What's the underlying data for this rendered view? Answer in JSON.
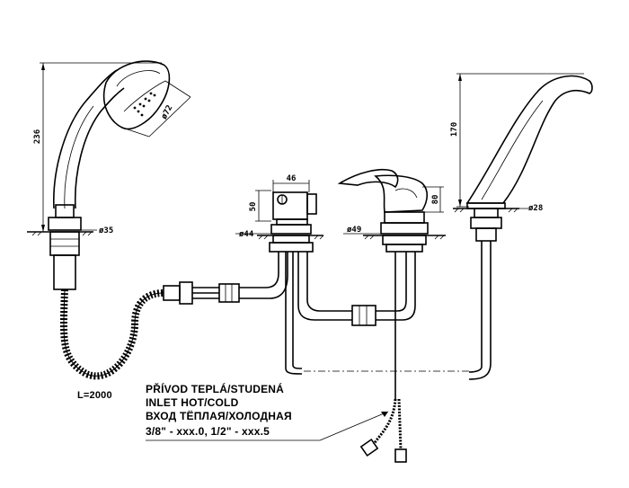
{
  "drawing": {
    "dimensions": {
      "handshower_height": "236",
      "handshower_head_diameter": "ø72",
      "handshower_base_diameter": "ø35",
      "valve_width": "46",
      "valve_height": "50",
      "valve_base_diameter": "ø44",
      "mixer_height": "80",
      "mixer_base_diameter": "ø49",
      "spout_height": "170",
      "spout_base_diameter": "ø28"
    },
    "hose_length": "L=2000",
    "inlet_note": [
      "PŘÍVOD TEPLÁ/STUDENÁ",
      "INLET HOT/COLD",
      "ВХОД ТЁПЛАЯ/ХОЛОДНАЯ",
      "3/8\" - xxx.0, 1/2\" - xxx.5"
    ]
  }
}
